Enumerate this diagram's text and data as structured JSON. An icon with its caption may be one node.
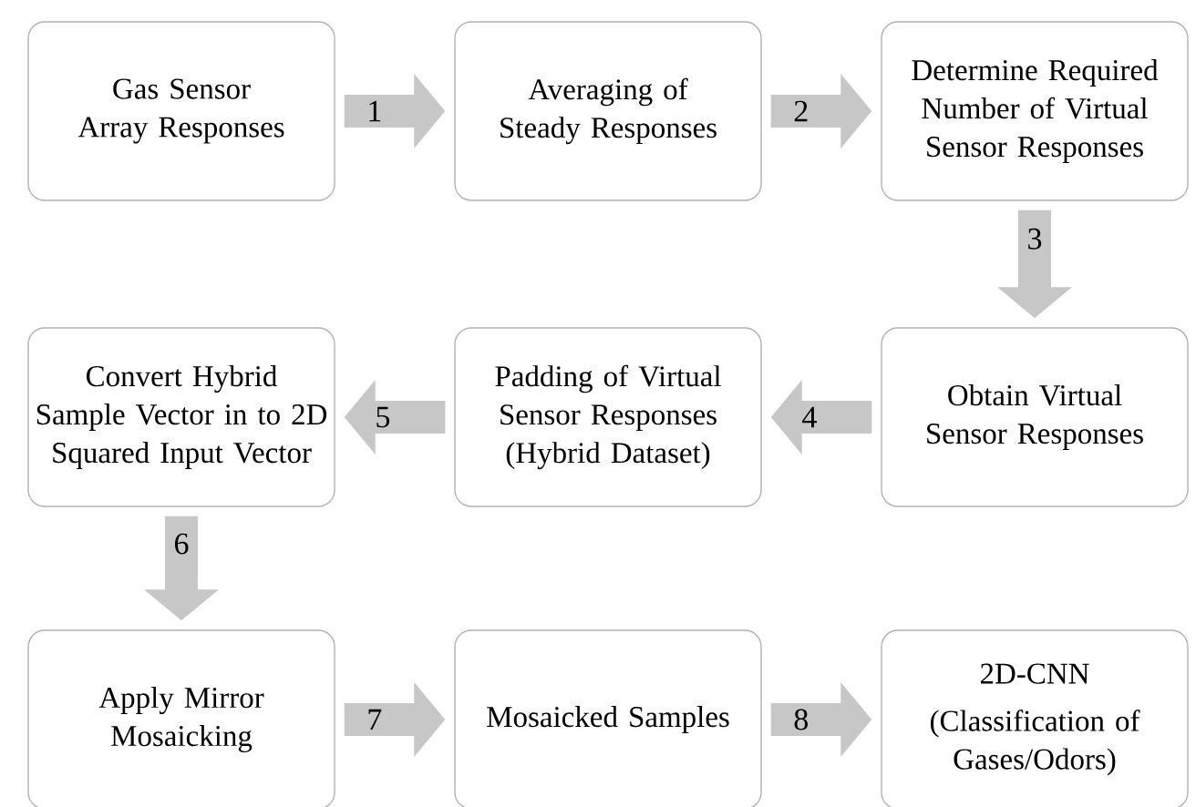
{
  "diagram": {
    "nodes": [
      {
        "text": [
          "Gas Sensor Array Responses"
        ]
      },
      {
        "text": [
          "Averaging of Steady Responses"
        ]
      },
      {
        "text": [
          "Determine Required Number of Virtual Sensor Responses"
        ]
      },
      {
        "text": [
          "Convert Hybrid Sample Vector in to 2D Squared Input Vector"
        ]
      },
      {
        "text": [
          "Padding of Virtual Sensor Responses (Hybrid Dataset)"
        ]
      },
      {
        "text": [
          "Obtain Virtual Sensor Responses"
        ]
      },
      {
        "text": [
          "Apply Mirror Mosaicking"
        ]
      },
      {
        "text": [
          "Mosaicked Samples"
        ]
      },
      {
        "text": [
          "2D-CNN",
          "(Classification of Gases/Odors)"
        ]
      }
    ],
    "edges": [
      {
        "from": 0,
        "to": 1,
        "arrow": "to",
        "label": "1"
      },
      {
        "from": 1,
        "to": 2,
        "arrow": "to",
        "label": "2"
      },
      {
        "from": 2,
        "to": 5,
        "arrow": "to",
        "label": "3"
      },
      {
        "from": 5,
        "to": 4,
        "arrow": "to",
        "label": "4"
      },
      {
        "from": 4,
        "to": 3,
        "arrow": "to",
        "label": "5"
      },
      {
        "from": 3,
        "to": 6,
        "arrow": "to",
        "label": "6"
      },
      {
        "from": 6,
        "to": 7,
        "arrow": "to",
        "label": "7"
      },
      {
        "from": 7,
        "to": 8,
        "arrow": "to",
        "label": "8"
      }
    ]
  }
}
